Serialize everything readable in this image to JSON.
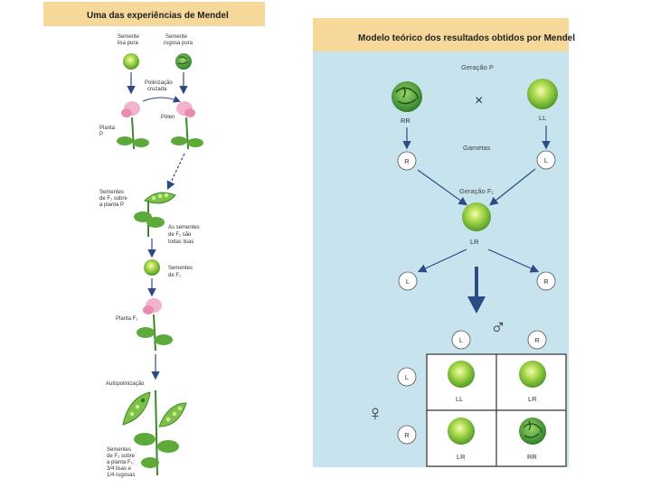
{
  "left_panel": {
    "title": "Uma das experiências de Mendel",
    "seed_smooth_label": [
      "Semente",
      "lisa pura"
    ],
    "seed_wrinkled_label": [
      "Semente",
      "rugosa pura"
    ],
    "cross_pollination_label": [
      "Polinização",
      "cruzada"
    ],
    "pollen_label": "Pólen",
    "plant_p_label": [
      "Planta",
      "P"
    ],
    "f1_seeds_on_p_label": [
      "Sementes",
      "de F₁ sobre",
      "a planta P"
    ],
    "f1_all_smooth_label": [
      "As sementes",
      "de F₁ são",
      "todas lisas"
    ],
    "f1_seeds_label": [
      "Sementes",
      "de F₁"
    ],
    "plant_f1_label": "Planta F₁",
    "self_pollination_label": "Autopolinização",
    "f2_seeds_label": [
      "Sementes",
      "de F₂ sobre",
      "a planta F₁:",
      "3/4 lisas e",
      "1/4 rugosas"
    ]
  },
  "right_panel": {
    "title": "Modelo teórico dos resultados obtidos por Mendel",
    "generation_p": "Geração P",
    "cross_symbol": "×",
    "parent_wrinkled_genotype": "RR",
    "parent_smooth_genotype": "LL",
    "gametes_label": "Gametas",
    "gamete_r": "R",
    "gamete_l": "L",
    "generation_f1": "Geração F₁",
    "f1_genotype": "LR",
    "f1_gamete_l": "L",
    "f1_gamete_r": "R",
    "male_symbol": "♂",
    "female_symbol": "♀",
    "punnett_col_1": "L",
    "punnett_col_2": "R",
    "punnett_row_1": "L",
    "punnett_row_2": "R",
    "cell_ll": "LL",
    "cell_lr_top": "LR",
    "cell_lr_bottom": "LR",
    "cell_rr": "RR"
  },
  "colors": {
    "title_bar": "#f6d89a",
    "panel_bg": "#c7e3ee",
    "arrow_blue": "#2b4a86",
    "pea_green": "#6fbf2f",
    "pea_dark": "#2f7a2a"
  }
}
